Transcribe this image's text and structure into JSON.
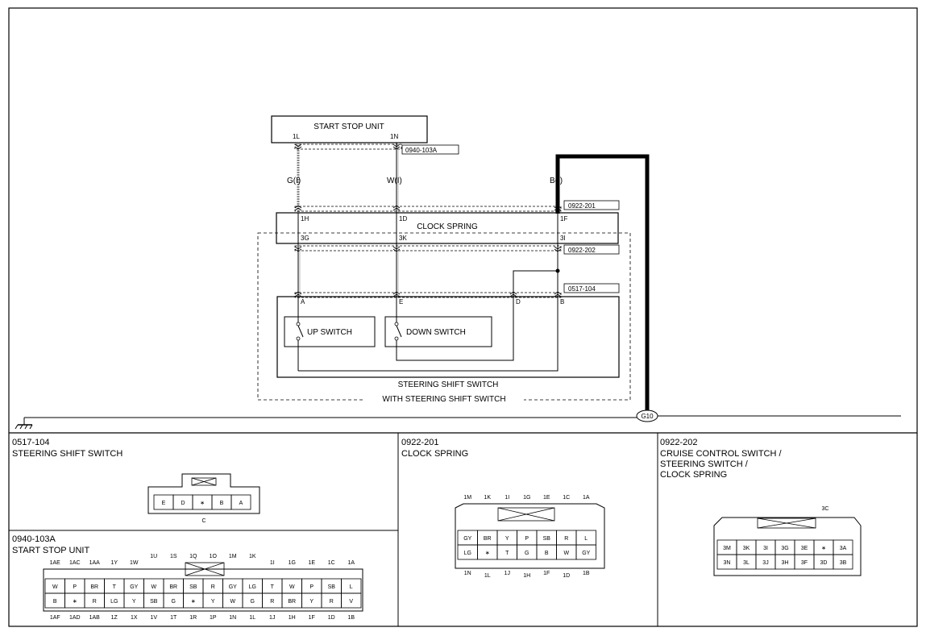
{
  "schematic": {
    "start_stop_unit": {
      "title": "START STOP UNIT",
      "pins": [
        "1L",
        "1N"
      ],
      "connector": "0940-103A"
    },
    "wires": {
      "left": "G(I)",
      "middle": "W(I)",
      "right": "B(I)"
    },
    "clock_spring": {
      "title": "CLOCK SPRING",
      "top_pins": [
        "1H",
        "1D",
        "1F"
      ],
      "bottom_pins": [
        "3G",
        "3K",
        "3I"
      ],
      "connector_top": "0922-201",
      "connector_bottom": "0922-202"
    },
    "steering_shift_switch": {
      "title": "STEERING SHIFT SWITCH",
      "connector": "0517-104",
      "pins": [
        "A",
        "E",
        "D",
        "B"
      ],
      "up_switch": "UP SWITCH",
      "down_switch": "DOWN SWITCH"
    },
    "option_label": "WITH STEERING SHIFT SWITCH",
    "ground": "G10"
  },
  "connectors": {
    "c0517": {
      "id": "0517-104",
      "name": "STEERING SHIFT SWITCH",
      "cells": [
        "E",
        "D",
        "∗",
        "B",
        "A"
      ],
      "bottom_label": "C"
    },
    "c0922_201": {
      "id": "0922-201",
      "name": "CLOCK SPRING",
      "top_pins": [
        "1M",
        "1K",
        "1I",
        "1G",
        "1E",
        "1C",
        "1A"
      ],
      "row1": [
        "GY",
        "BR",
        "Y",
        "P",
        "SB",
        "R",
        "L"
      ],
      "row2": [
        "LG",
        "∗",
        "T",
        "G",
        "B",
        "W",
        "GY"
      ],
      "bottom_pins": [
        "1N",
        "1L",
        "1J",
        "1H",
        "1F",
        "1D",
        "1B"
      ]
    },
    "c0922_202": {
      "id": "0922-202",
      "name1": "CRUISE CONTROL SWITCH /",
      "name2": "STEERING SWITCH /",
      "name3": "CLOCK SPRING",
      "top_label": "3C",
      "row1": [
        "3M",
        "3K",
        "3I",
        "3G",
        "3E",
        "∗",
        "3A"
      ],
      "row2": [
        "3N",
        "3L",
        "3J",
        "3H",
        "3F",
        "3D",
        "3B"
      ]
    },
    "c0940": {
      "id": "0940-103A",
      "name": "START STOP UNIT",
      "top_pins": [
        "1AE",
        "1AC",
        "1AA",
        "1Y",
        "1W",
        "1U",
        "1S",
        "1Q",
        "1O",
        "1M",
        "1K",
        "1I",
        "1G",
        "1E",
        "1C",
        "1A"
      ],
      "row1": [
        "W",
        "P",
        "BR",
        "T",
        "GY",
        "W",
        "BR",
        "SB",
        "R",
        "GY",
        "LG",
        "T",
        "W",
        "P",
        "SB",
        "L"
      ],
      "row2": [
        "B",
        "∗",
        "R",
        "LG",
        "Y",
        "SB",
        "G",
        "∗",
        "Y",
        "W",
        "G",
        "R",
        "BR",
        "Y",
        "R",
        "V"
      ],
      "bottom_pins": [
        "1AF",
        "1AD",
        "1AB",
        "1Z",
        "1X",
        "1V",
        "1T",
        "1R",
        "1P",
        "1N",
        "1L",
        "1J",
        "1H",
        "1F",
        "1D",
        "1B"
      ]
    }
  }
}
